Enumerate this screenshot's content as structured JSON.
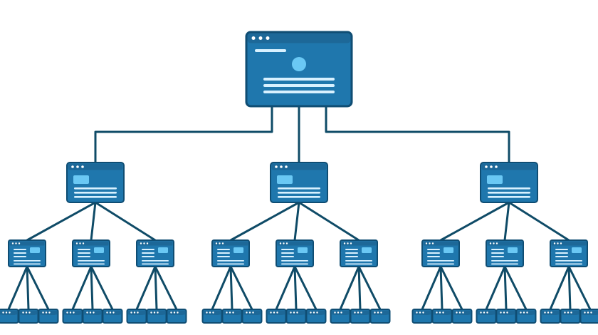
{
  "diagram": {
    "type": "hierarchy",
    "colors": {
      "background": "#ffffff",
      "connector": "#0f4b67",
      "node_fill": "#1f77ad",
      "node_header": "#1d6898",
      "node_border": "#0f4d73",
      "node_accent": "#6ac8f4",
      "node_line": "#d8f1ff",
      "window_dots": "#ffffff"
    },
    "root": {
      "name": "root-page",
      "children": [
        {
          "name": "section-left",
          "children": [
            {
              "name": "subpage-1",
              "children": [
                "leaf-1",
                "leaf-2",
                "leaf-3"
              ]
            },
            {
              "name": "subpage-2",
              "children": [
                "leaf-4",
                "leaf-5",
                "leaf-6"
              ]
            },
            {
              "name": "subpage-3",
              "children": [
                "leaf-7",
                "leaf-8",
                "leaf-9"
              ]
            }
          ]
        },
        {
          "name": "section-center",
          "children": [
            {
              "name": "subpage-4",
              "children": [
                "leaf-10",
                "leaf-11",
                "leaf-12"
              ]
            },
            {
              "name": "subpage-5",
              "children": [
                "leaf-13",
                "leaf-14",
                "leaf-15"
              ]
            },
            {
              "name": "subpage-6",
              "children": [
                "leaf-16",
                "leaf-17",
                "leaf-18"
              ]
            }
          ]
        },
        {
          "name": "section-right",
          "children": [
            {
              "name": "subpage-7",
              "children": [
                "leaf-19",
                "leaf-20",
                "leaf-21"
              ]
            },
            {
              "name": "subpage-8",
              "children": [
                "leaf-22",
                "leaf-23",
                "leaf-24"
              ]
            },
            {
              "name": "subpage-9",
              "children": [
                "leaf-25",
                "leaf-26",
                "leaf-27"
              ]
            }
          ]
        }
      ]
    }
  }
}
